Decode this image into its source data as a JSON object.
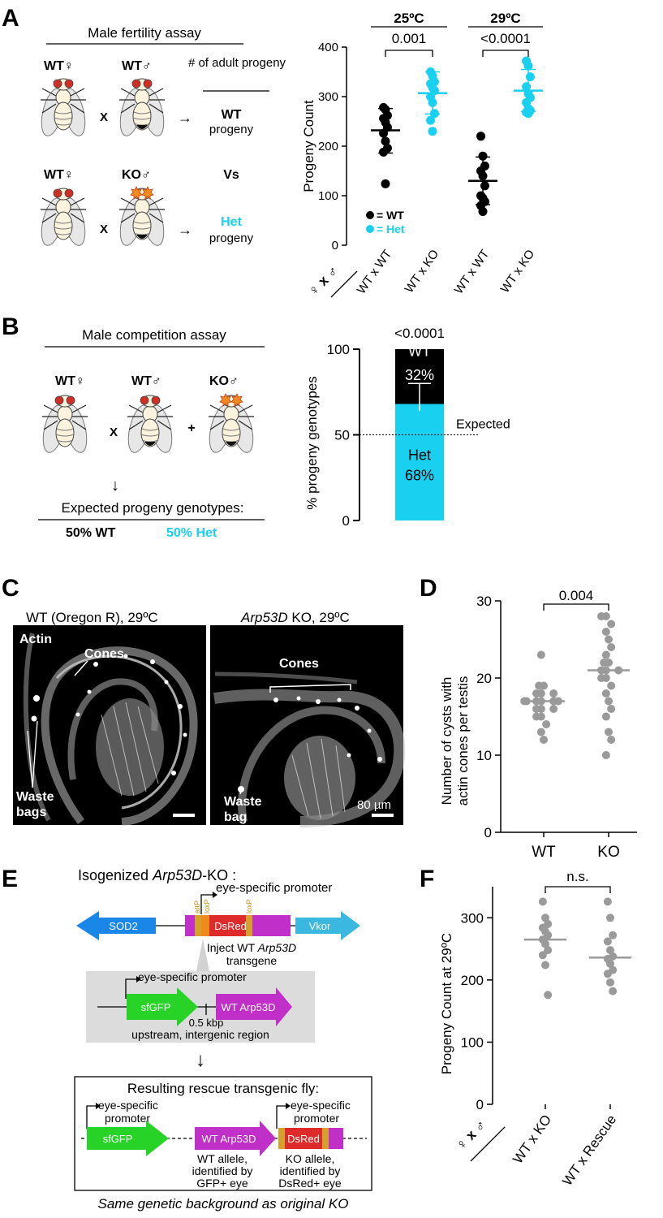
{
  "colors": {
    "wt": "#000000",
    "het": "#1ad0f0",
    "gray": "#9a9a9a",
    "sod2": "#1a87e8",
    "vkor": "#3ab8df",
    "dsred": "#dd2b2b",
    "magenta": "#c02fc8",
    "gold": "#d6a12a",
    "sfgfp": "#27d327",
    "box": "#dcdcdc"
  },
  "panelA": {
    "letter": "A",
    "title": "Male fertility assay",
    "header_col": "# of adult progeny",
    "row1_female": "WT♀",
    "row1_male": "WT♂",
    "row1_result": "WT",
    "row1_result2": "progeny",
    "cross": "X",
    "vs": "Vs",
    "row2_female": "WT♀",
    "row2_male": "KO♂",
    "row2_result": "Het",
    "row2_result2": "progeny",
    "arrow": "→"
  },
  "panelB": {
    "letter": "B",
    "title": "Male competition assay",
    "female": "WT♀",
    "male1": "WT♂",
    "male2": "KO♂",
    "cross": "X",
    "plus": "+",
    "arrow": "↓",
    "expected_label": "Expected progeny genotypes:",
    "expected_wt": "50% WT",
    "expected_het": "50% Het"
  },
  "panelC": {
    "letter": "C",
    "left_title": "WT (Oregon R), 29ºC",
    "right_title_italic": "Arp53D",
    "right_title_rest": " KO, 29ºC",
    "actin": "Actin",
    "cones": "Cones",
    "waste_left": "Waste bags",
    "waste_right": "Waste bag",
    "scale": "80 µm"
  },
  "panelE": {
    "letter": "E",
    "title_pre": "Isogenized ",
    "title_italic": "Arp53D",
    "title_post": "-KO :",
    "promoter": "eye-specific promoter",
    "sod2": "SOD2",
    "dsred": "DsRed",
    "vkor": "Vkor",
    "attp": "attP",
    "loxp1": "loxP",
    "loxp2": "loxP",
    "inject_pre": "Inject WT ",
    "inject_italic": "Arp53D",
    "inject_post": "transgene",
    "sfgfp": "sfGFP",
    "wt_arp": "WT Arp53D",
    "kbp": "0.5 kbp",
    "upstream": "upstream, intergenic region",
    "arrow": "↓",
    "result_title": "Resulting rescue transgenic fly:",
    "eye1": "eye-specific",
    "prom1": "promoter",
    "eye2": "eye-specific",
    "prom2": "promoter",
    "wt_allele1": "WT allele,",
    "wt_allele2": "identified by",
    "wt_allele3": "GFP+ eye",
    "ko_allele1": "KO  allele,",
    "ko_allele2": "identified by",
    "ko_allele3": "DsRed+ eye",
    "footer": "Same genetic background as original KO"
  },
  "chart_data": [
    {
      "panel": "A",
      "type": "scatter",
      "ylabel": "Progeny Count",
      "ylim": [
        0,
        400
      ],
      "yticks": [
        0,
        100,
        200,
        300,
        400
      ],
      "categories": [
        "WT x WT",
        "WT x KO",
        "WT x WT",
        "WT x KO"
      ],
      "cross_label": "♀ x ♂",
      "groups": [
        {
          "label": "25ºC",
          "pvalue": "0.001"
        },
        {
          "label": "29ºC",
          "pvalue": "<0.0001"
        }
      ],
      "legend": [
        {
          "name": "= WT",
          "marker": "●"
        },
        {
          "name": "= Het",
          "marker": "●"
        }
      ],
      "series": [
        {
          "genotype": "WT",
          "mean": 232,
          "sd_low": 186,
          "sd_high": 276,
          "values": [
            278,
            274,
            262,
            256,
            248,
            238,
            226,
            210,
            196,
            188,
            124
          ]
        },
        {
          "genotype": "Het",
          "mean": 307,
          "sd_low": 265,
          "sd_high": 350,
          "values": [
            350,
            342,
            330,
            326,
            318,
            312,
            300,
            288,
            266,
            252,
            230
          ]
        },
        {
          "genotype": "WT",
          "mean": 130,
          "sd_low": 82,
          "sd_high": 178,
          "values": [
            220,
            180,
            160,
            150,
            140,
            120,
            100,
            95,
            88,
            80,
            68
          ]
        },
        {
          "genotype": "Het",
          "mean": 312,
          "sd_low": 270,
          "sd_high": 355,
          "values": [
            372,
            362,
            340,
            320,
            306,
            298,
            288,
            276,
            272,
            268,
            266
          ]
        }
      ]
    },
    {
      "panel": "B",
      "type": "bar",
      "ylabel": "% progeny genotypes",
      "ylim": [
        0,
        100
      ],
      "yticks": [
        0,
        50,
        100
      ],
      "pvalue": "<0.0001",
      "expected_label": "Expected",
      "expected_value": 50,
      "segments": [
        {
          "name": "Het",
          "label": "68%",
          "value": 68
        },
        {
          "name": "WT",
          "label": "32%",
          "value": 32
        }
      ],
      "error": {
        "low": 64,
        "high": 80
      }
    },
    {
      "panel": "D",
      "type": "scatter",
      "ylabel": "Number of cysts with actin cones per testis",
      "ylim": [
        0,
        30
      ],
      "yticks": [
        0,
        10,
        20,
        30
      ],
      "categories": [
        "WT",
        "KO"
      ],
      "pvalue": "0.004",
      "series": [
        {
          "name": "WT",
          "median": 17,
          "values": [
            23,
            19,
            19,
            18,
            18,
            18,
            17,
            17,
            17,
            17,
            17,
            17,
            16,
            16,
            16,
            15,
            15,
            14,
            13,
            12
          ]
        },
        {
          "name": "KO",
          "median": 21,
          "values": [
            28,
            28,
            27,
            26,
            25,
            24,
            23,
            22,
            22,
            21,
            21,
            21,
            20,
            20,
            19,
            18,
            17,
            16,
            15,
            13,
            12,
            10
          ]
        }
      ]
    },
    {
      "panel": "F",
      "type": "scatter",
      "ylabel": "Progeny Count at 29ºC",
      "ylim": [
        0,
        350
      ],
      "yticks": [
        0,
        100,
        200,
        300
      ],
      "categories": [
        "WT x KO",
        "WT x Rescue"
      ],
      "cross_label": "♀ x ♂",
      "significance": "n.s.",
      "series": [
        {
          "name": "WT x KO",
          "median": 265,
          "values": [
            326,
            300,
            290,
            284,
            278,
            272,
            265,
            258,
            248,
            240,
            224,
            176
          ]
        },
        {
          "name": "WT x Rescue",
          "median": 236,
          "values": [
            326,
            300,
            272,
            262,
            248,
            238,
            234,
            226,
            216,
            210,
            196,
            182
          ]
        }
      ]
    }
  ]
}
